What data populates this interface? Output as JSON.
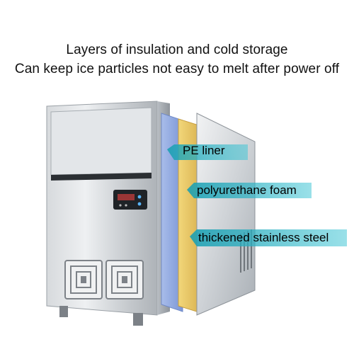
{
  "headline": {
    "line1": "Layers of insulation and cold storage",
    "line2": "Can keep ice particles not easy to melt after power off"
  },
  "labels": {
    "pe_liner": "PE liner",
    "polyurethane_foam": "polyurethane foam",
    "stainless_steel": "thickened stainless steel"
  },
  "colors": {
    "pe_liner_layer": "#8fa8df",
    "foam_layer": "#e8c86a",
    "callout_arrow": "#2fb3c4",
    "steel": "#c9cdd2"
  }
}
